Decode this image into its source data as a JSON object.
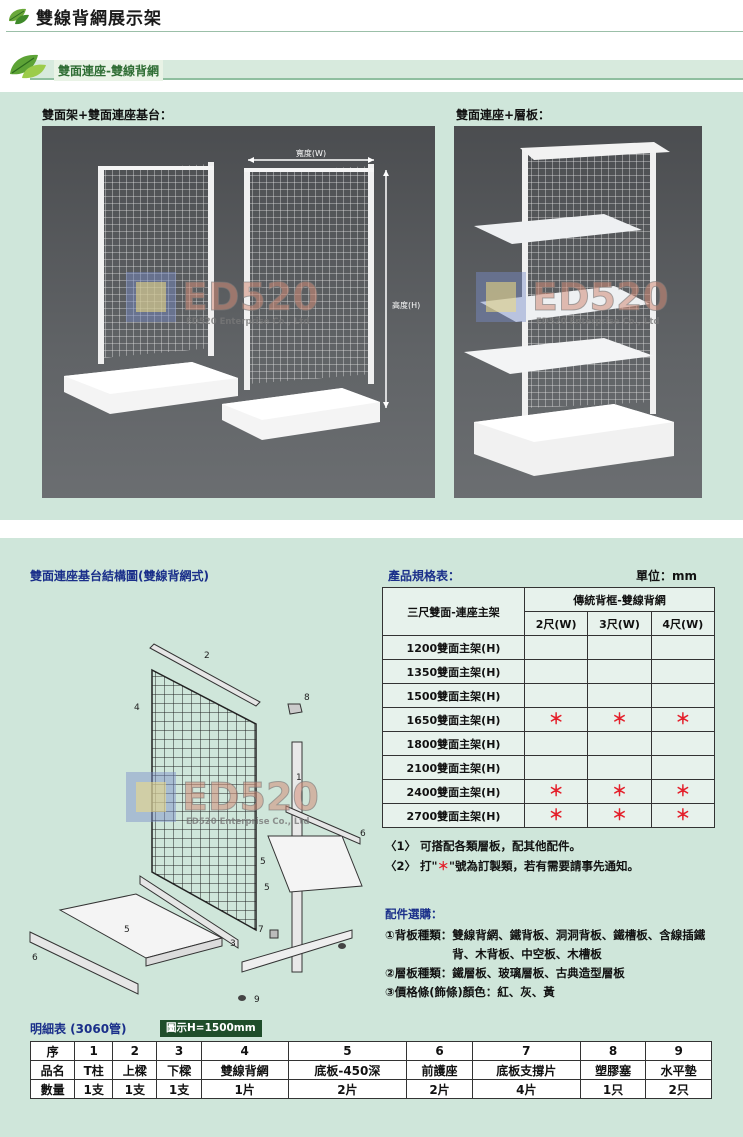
{
  "header": {
    "title": "雙線背網展示架"
  },
  "subheader": {
    "title": "雙面連座-雙線背網"
  },
  "photos": {
    "left_caption": "雙面架+雙面連座基台：",
    "right_caption": "雙面連座+層板：",
    "width_label": "寬度(W)",
    "height_label": "高度(H)"
  },
  "watermark": {
    "text": "ED520",
    "sub": "ED520 Enterprise Co., Ltd"
  },
  "structure": {
    "title": "雙面連座基台結構圖(雙線背網式)",
    "callouts": [
      "1",
      "2",
      "3",
      "4",
      "5",
      "5",
      "5",
      "6",
      "6",
      "7",
      "8",
      "9"
    ]
  },
  "spec": {
    "title": "產品規格表：",
    "unit": "單位：mm",
    "corner_label": "三尺雙面-連座主架",
    "group_header": "傳統背框-雙線背網",
    "columns": [
      "2尺(W)",
      "3尺(W)",
      "4尺(W)"
    ],
    "rows": [
      {
        "label": "1200雙面主架(H)",
        "marks": [
          "",
          "",
          ""
        ]
      },
      {
        "label": "1350雙面主架(H)",
        "marks": [
          "",
          "",
          ""
        ]
      },
      {
        "label": "1500雙面主架(H)",
        "marks": [
          "",
          "",
          ""
        ]
      },
      {
        "label": "1650雙面主架(H)",
        "marks": [
          "＊",
          "＊",
          "＊"
        ]
      },
      {
        "label": "1800雙面主架(H)",
        "marks": [
          "",
          "",
          ""
        ]
      },
      {
        "label": "2100雙面主架(H)",
        "marks": [
          "",
          "",
          ""
        ]
      },
      {
        "label": "2400雙面主架(H)",
        "marks": [
          "＊",
          "＊",
          "＊"
        ]
      },
      {
        "label": "2700雙面主架(H)",
        "marks": [
          "＊",
          "＊",
          "＊"
        ]
      }
    ],
    "star_color": "#e4202b"
  },
  "notes": {
    "note1": "〈1〉 可搭配各類層板，配其他配件。",
    "note2_prefix": "〈2〉 打\"",
    "note2_star": "＊",
    "note2_suffix": "\"號為訂製類，若有需要請事先通知。"
  },
  "accessories": {
    "title": "配件選購：",
    "items": [
      {
        "key": "①背板種類：",
        "value": "雙線背網、鐵背板、洞洞背板、鐵槽板、含線插鐵背、木背板、中空板、木槽板"
      },
      {
        "key": "②層板種類：",
        "value": "鐵層板、玻璃層板、古典造型層板"
      },
      {
        "key": "③價格條(飾條)顏色：",
        "value": "紅、灰、黃"
      }
    ]
  },
  "detail": {
    "title": "明細表 (3060管)",
    "badge": "圖示H=1500mm",
    "header_row": [
      "序",
      "1",
      "2",
      "3",
      "4",
      "5",
      "6",
      "7",
      "8",
      "9"
    ],
    "name_row": [
      "品名",
      "T柱",
      "上樑",
      "下樑",
      "雙線背網",
      "底板-450深",
      "前護座",
      "底板支撐片",
      "塑膠塞",
      "水平墊"
    ],
    "qty_row": [
      "數量",
      "1支",
      "1支",
      "1支",
      "1片",
      "2片",
      "2片",
      "4片",
      "1只",
      "2只"
    ]
  },
  "colors": {
    "panel_bg": "#cfe6da",
    "title_blue": "#1a2f8a",
    "accent_green": "#2f6d34"
  }
}
